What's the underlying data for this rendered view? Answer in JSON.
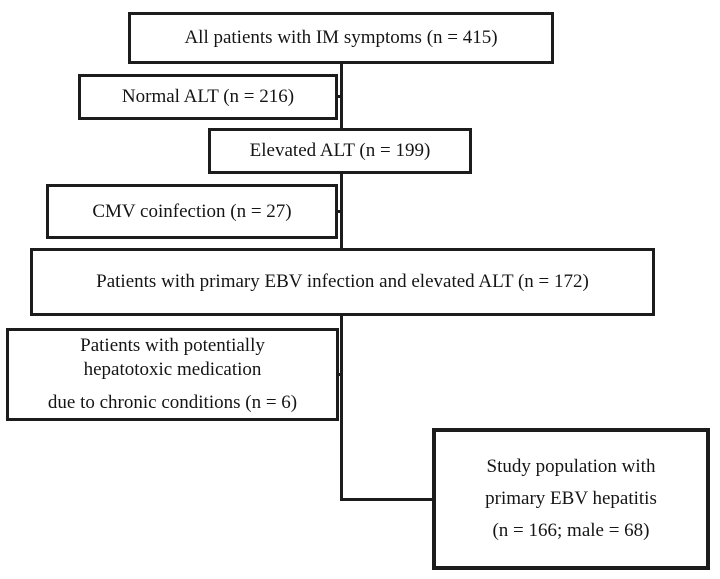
{
  "diagram": {
    "type": "flowchart",
    "background_color": "#ffffff",
    "line_color": "#1c1c1c",
    "nodes": [
      {
        "id": "all-patients",
        "label": "All patients with IM symptoms (n = 415)"
      },
      {
        "id": "normal-alt",
        "label": "Normal ALT (n = 216)"
      },
      {
        "id": "elevated-alt",
        "label": "Elevated ALT (n = 199)"
      },
      {
        "id": "cmv-coinfection",
        "label": "CMV coinfection (n = 27)"
      },
      {
        "id": "primary-ebv-elevated-alt",
        "label": "Patients with primary EBV infection and elevated ALT (n = 172)"
      },
      {
        "id": "hepatotoxic-medication",
        "lines": [
          "Patients with potentially",
          "hepatotoxic medication",
          "due to chronic conditions (n = 6)"
        ]
      },
      {
        "id": "study-population",
        "lines": [
          "Study population with",
          "primary EBV hepatitis",
          "(n = 166; male = 68)"
        ]
      }
    ],
    "edges": [
      {
        "from": "all-patients",
        "to": "normal-alt"
      },
      {
        "from": "all-patients",
        "to": "elevated-alt"
      },
      {
        "from": "elevated-alt",
        "to": "cmv-coinfection"
      },
      {
        "from": "elevated-alt",
        "to": "primary-ebv-elevated-alt"
      },
      {
        "from": "primary-ebv-elevated-alt",
        "to": "hepatotoxic-medication"
      },
      {
        "from": "primary-ebv-elevated-alt",
        "to": "study-population"
      }
    ]
  }
}
